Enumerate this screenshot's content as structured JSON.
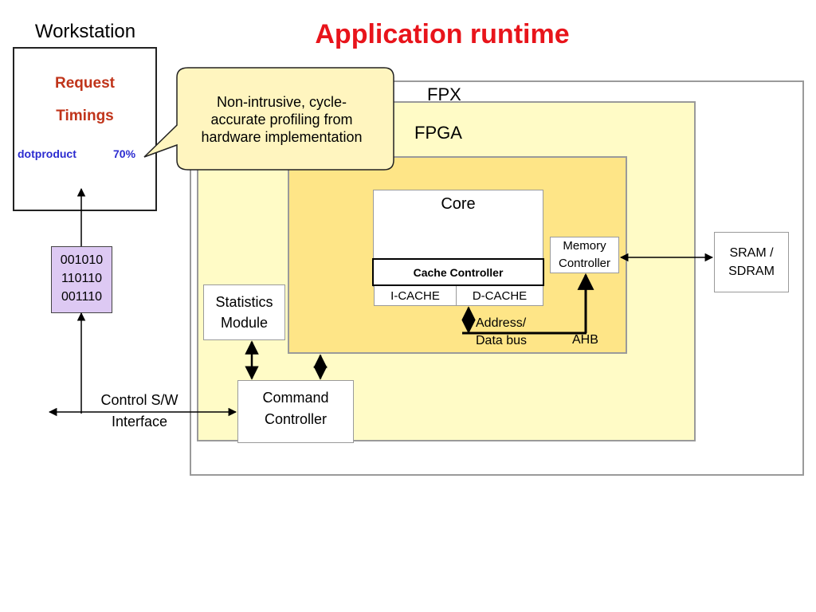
{
  "title": "Application runtime",
  "workstation": {
    "label": "Workstation",
    "request_line1": "Request",
    "request_line2": "Timings",
    "function_name": "dotproduct",
    "function_percent": "70%"
  },
  "binary_lines": [
    "001010",
    "110110",
    "001110"
  ],
  "callout": [
    "Non-intrusive, cycle-",
    "accurate profiling from",
    "hardware implementation"
  ],
  "fpx_label": "FPX",
  "fpga_label": "FPGA",
  "core_label": "Core",
  "cache_controller": "Cache Controller",
  "icache": "I-CACHE",
  "dcache": "D-CACHE",
  "memory_controller": [
    "Memory",
    "Controller"
  ],
  "address_bus": [
    "Address/",
    "Data bus"
  ],
  "ahb": "AHB",
  "sram": [
    "SRAM /",
    "SDRAM"
  ],
  "statistics_module": [
    "Statistics",
    "Module"
  ],
  "command_controller": [
    "Command",
    "Controller"
  ],
  "control_interface": [
    "Control S/W",
    "Interface"
  ],
  "colors": {
    "title": "#e8141b",
    "request_text": "#c0341a",
    "profile_text": "#2b2bd0",
    "fpga_fill": "#fffbc6",
    "inner_fill": "#fee587",
    "binary_fill": "#ddc9f3",
    "callout_fill": "#fff5bf"
  }
}
